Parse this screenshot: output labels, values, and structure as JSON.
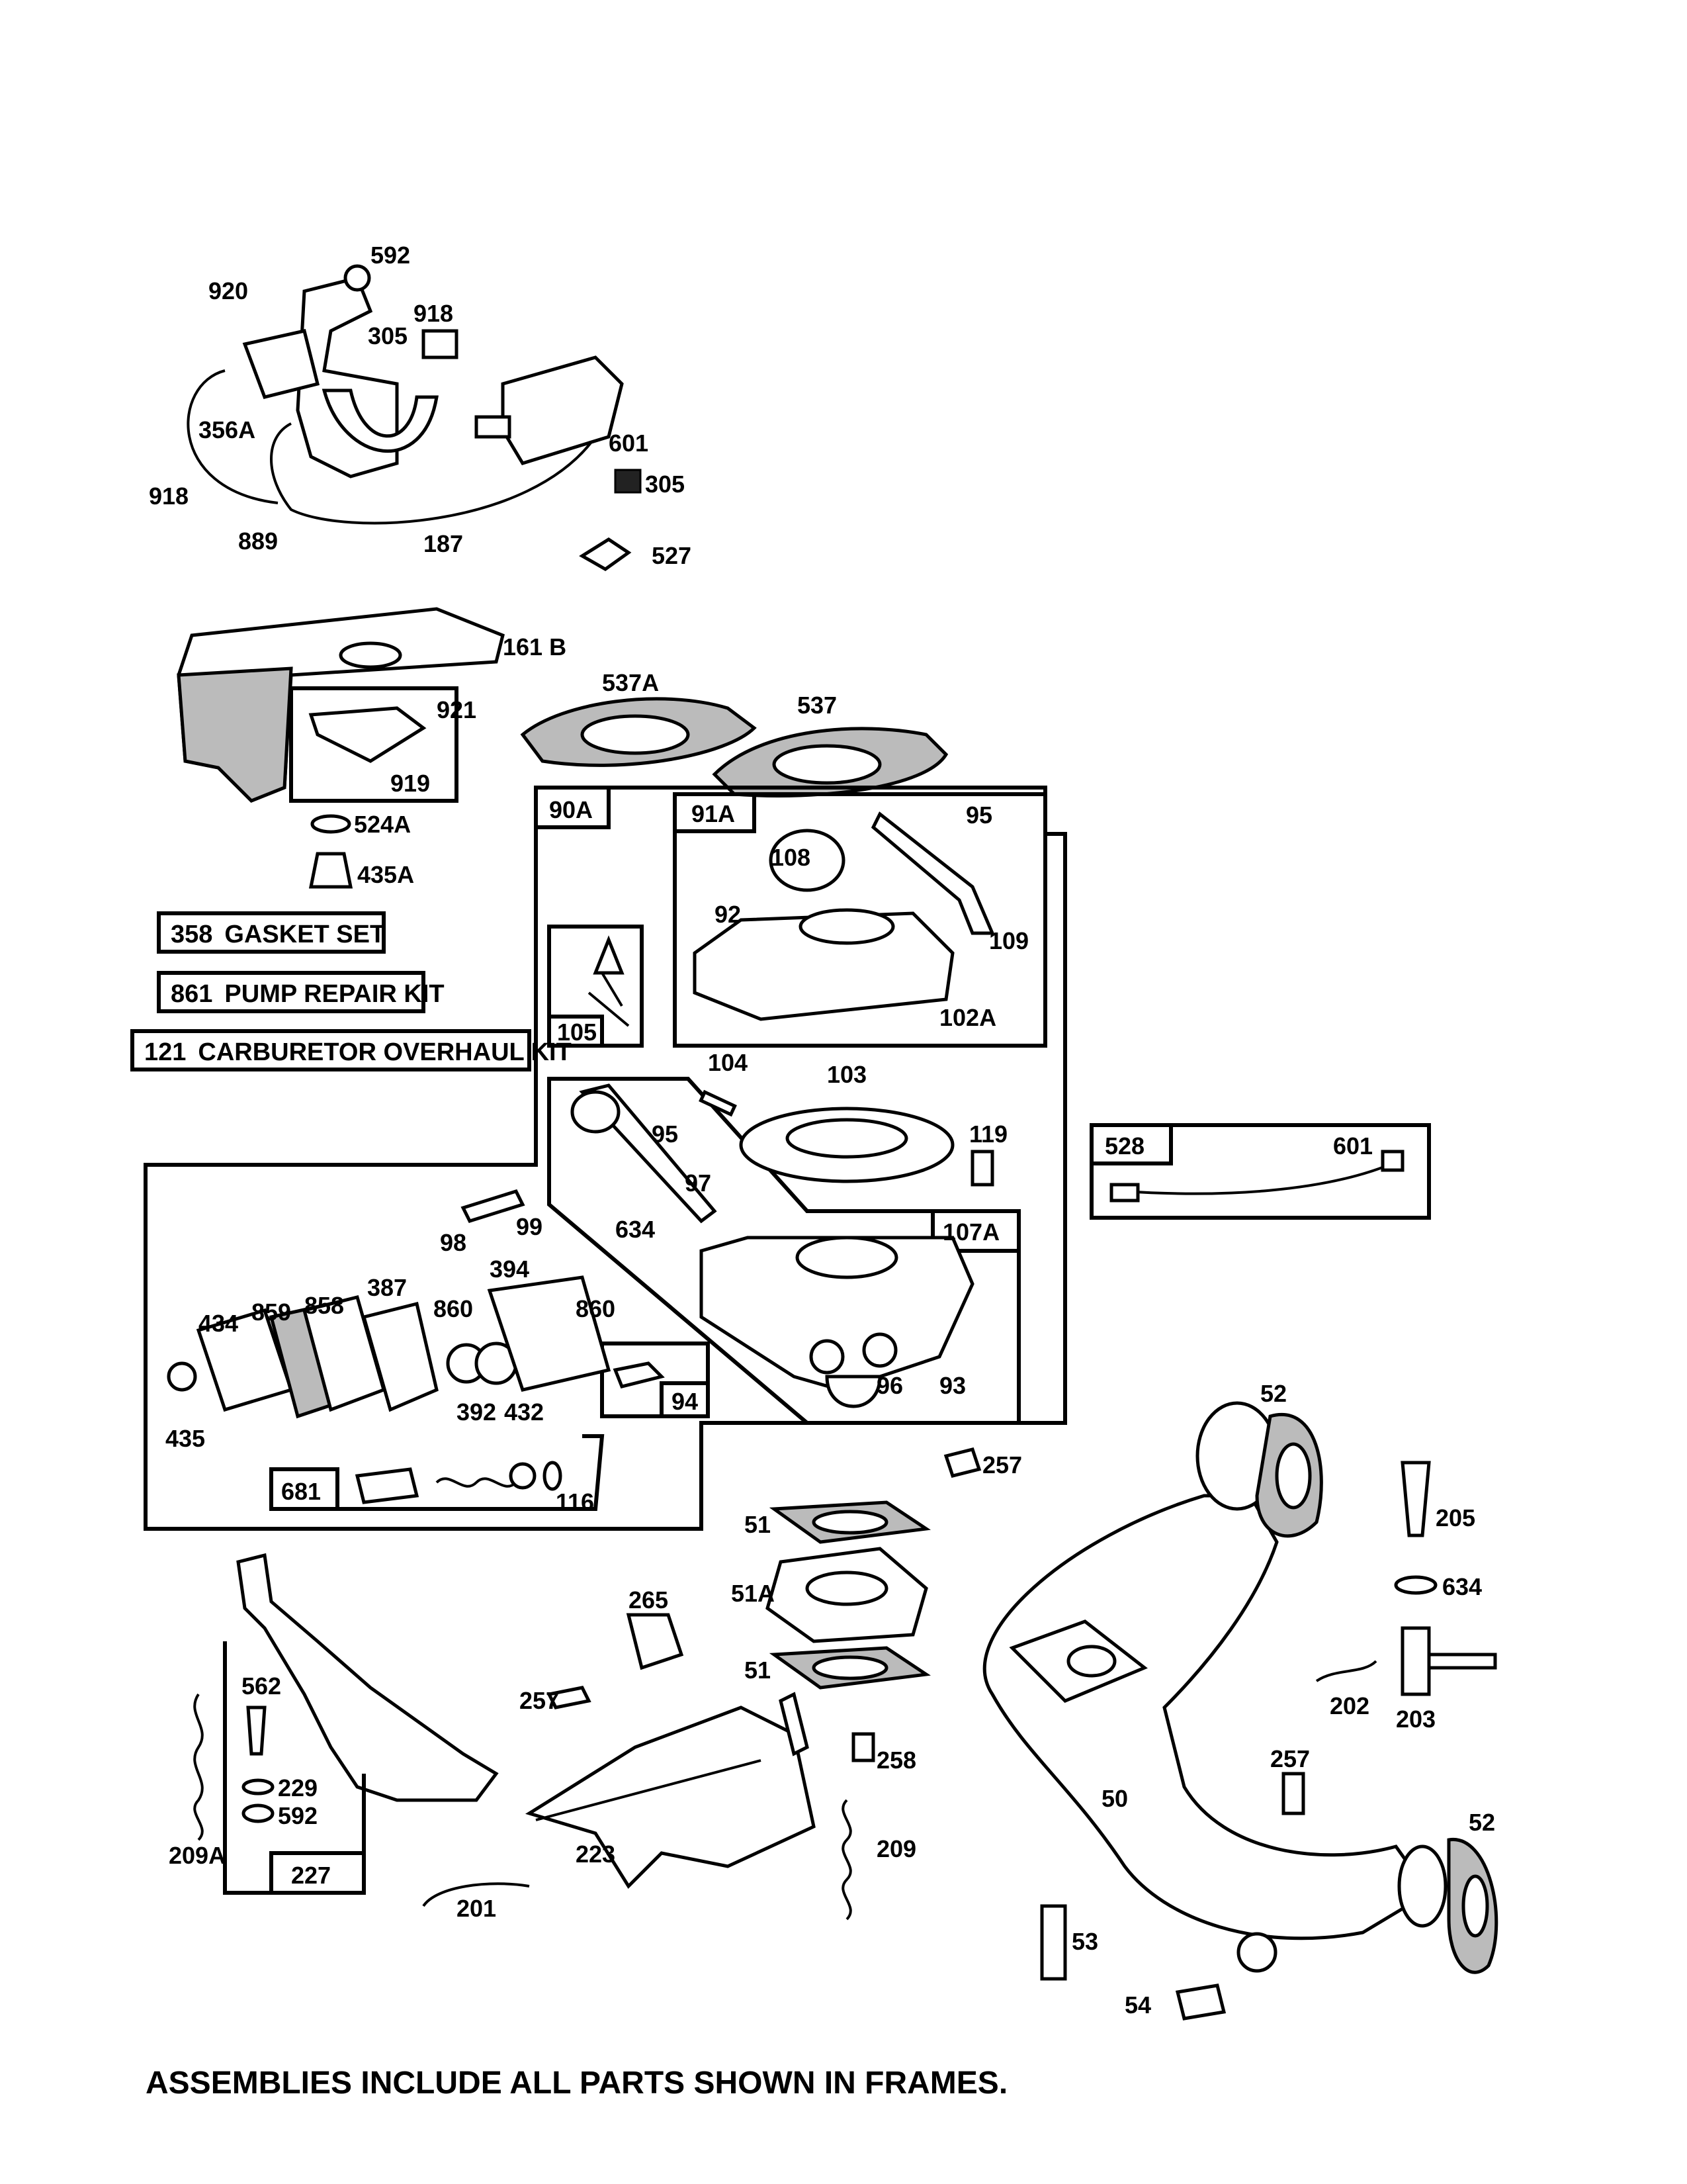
{
  "footer_note": "ASSEMBLIES INCLUDE ALL PARTS SHOWN IN FRAMES.",
  "kits": [
    {
      "number": "358",
      "name": "GASKET SET"
    },
    {
      "number": "861",
      "name": "PUMP REPAIR KIT"
    },
    {
      "number": "121",
      "name": "CARBURETOR OVERHAUL KIT"
    }
  ],
  "frame_labels": {
    "f919": "919",
    "f90A": "90A",
    "f91A": "91A",
    "f105": "105",
    "f107A": "107A",
    "f94": "94",
    "f681": "681",
    "f528": "528",
    "f227": "227"
  },
  "callouts": {
    "c592a": "592",
    "c920": "920",
    "c918a": "918",
    "c305a": "305",
    "c356A": "356A",
    "c918b": "918",
    "c889": "889",
    "c187": "187",
    "c601a": "601",
    "c305b": "305",
    "c527": "527",
    "c161B": "161 B",
    "c921": "921",
    "c524A": "524A",
    "c435A": "435A",
    "c537A": "537A",
    "c537": "537",
    "c95a": "95",
    "c108": "108",
    "c92": "92",
    "c109": "109",
    "c102A": "102A",
    "c104": "104",
    "c103": "103",
    "c95b": "95",
    "c119": "119",
    "c97": "97",
    "c98": "98",
    "c99": "99",
    "c634a": "634",
    "c394": "394",
    "c387": "387",
    "c858": "858",
    "c859": "859",
    "c434": "434",
    "c860a": "860",
    "c860b": "860",
    "c392": "392",
    "c432": "432",
    "c435": "435",
    "c96": "96",
    "c93": "93",
    "c257a": "257",
    "c116": "116",
    "c601b": "601",
    "c52a": "52",
    "c205": "205",
    "c634b": "634",
    "c202": "202",
    "c203": "203",
    "c257c": "257",
    "c50": "50",
    "c52b": "52",
    "c53": "53",
    "c54": "54",
    "c51a": "51",
    "c51A": "51A",
    "c51b": "51",
    "c265": "265",
    "c257b": "257",
    "c258": "258",
    "c209": "209",
    "c223": "223",
    "c201": "201",
    "c562": "562",
    "c229": "229",
    "c592b": "592",
    "c209A": "209A"
  }
}
